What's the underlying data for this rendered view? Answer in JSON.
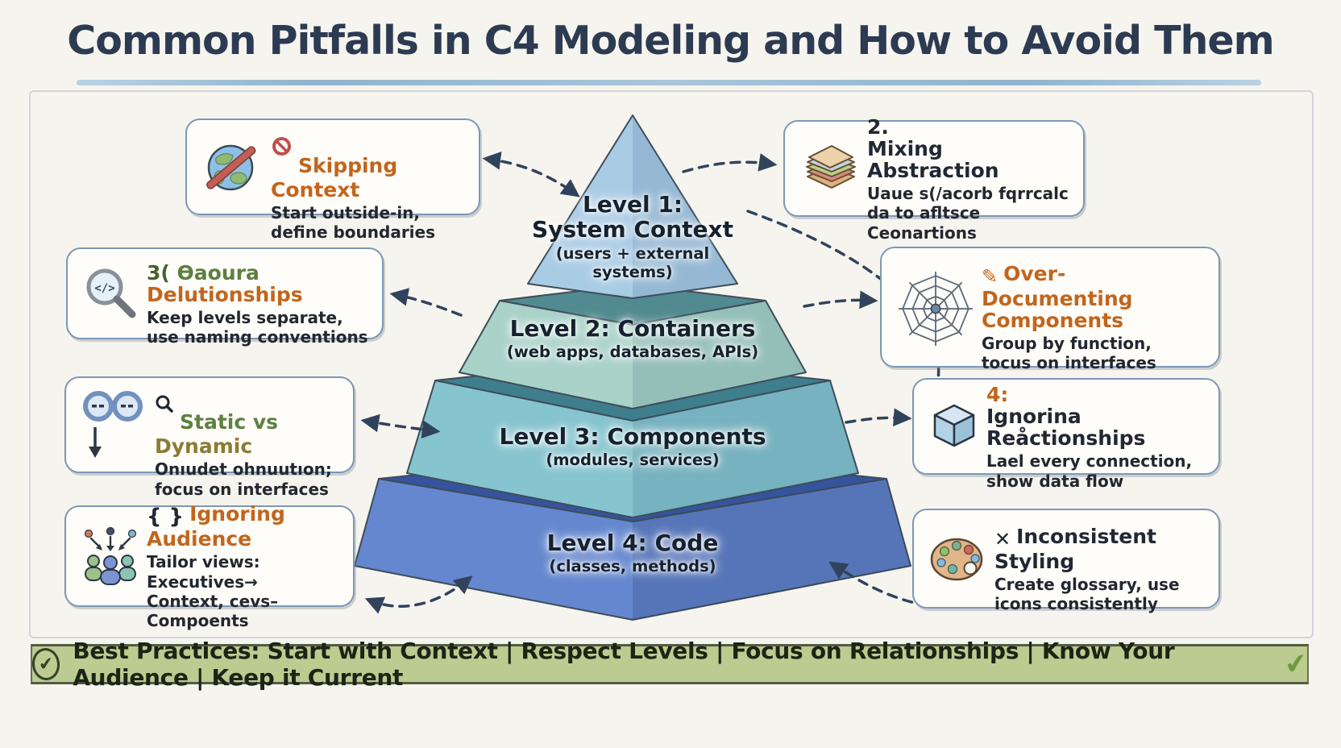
{
  "title": "Common Pitfalls in C4 Modeling and How to Avoid Them",
  "colors": {
    "title": "#2c3b52",
    "accent_orange": "#c2651d",
    "arrow": "#31435c",
    "box_border": "#7d97b5",
    "footer_bg": "#bccb90",
    "underline": "#a9c6da"
  },
  "pyramid": {
    "levels": [
      {
        "title": "Level 1:\nSystem Context",
        "subtitle": "(users + external systems)",
        "color": "#a9cce5"
      },
      {
        "title": "Level 2: Containers",
        "subtitle": "(web apps, databases, APIs)",
        "color": "#a9d2c9",
        "top_color": "#518a90"
      },
      {
        "title": "Level 3: Components",
        "subtitle": "(modules, services)",
        "color": "#86c4cf",
        "top_color": "#3f7e8d"
      },
      {
        "title": "Level 4: Code",
        "subtitle": "(classes, methods)",
        "color": "#6487cf",
        "top_color": "#35549e"
      }
    ]
  },
  "callouts": [
    {
      "id": "skipping-context",
      "icon": "globe-prohibited-icon",
      "badge_icon": "no-entry-icon",
      "title": "Skipping Context",
      "title_color": "#c2651d",
      "body": "Start outside-in,\ndefine boundaries"
    },
    {
      "id": "mixing-abstraction",
      "icon": "sandwich-icon",
      "number": "2.",
      "number_color": "#222833",
      "title": "Mixing Abstraction",
      "title_color": "#222833",
      "body": "Uaue s(/acorb fqrrcalc\nda to afltsce Ceonartions"
    },
    {
      "id": "naming-relationships",
      "icon": "magnifier-code-icon",
      "title_parts": [
        {
          "text": "3( ",
          "color": "#44622e"
        },
        {
          "text": "Ɵaoura ",
          "color": "#5d8040"
        },
        {
          "text": "Delutionships",
          "color": "#c2651d"
        }
      ],
      "body": "Keep levels separate,\nuse naming conventions"
    },
    {
      "id": "over-documenting",
      "icon": "spider-web-icon",
      "badge": "✎",
      "badge_color": "#c2651d",
      "title": "Over-Documenting\nComponents",
      "title_color": "#c2651d",
      "body": "Group by function,\ntocus on interfaces"
    },
    {
      "id": "static-vs-dynamic",
      "icon": "rings-down-arrow-icon",
      "badge_icon": "magnifier-icon",
      "title_parts": [
        {
          "text": "Static vs ",
          "color": "#5d8040"
        },
        {
          "text": "Dynamic",
          "color": "#8b7c33"
        }
      ],
      "body": "Onıudet ohnuutıon;\nfocus on interfaces"
    },
    {
      "id": "ignoring-relationships",
      "icon": "cube-icon",
      "number": "4:",
      "number_color": "#c2651d",
      "title": "Ignorina Reåctionships",
      "title_color": "#222833",
      "body": "Lael every connection,\nshow data flow"
    },
    {
      "id": "ignoring-audience",
      "icon": "audience-icon",
      "badge": "{ }",
      "badge_color": "#222833",
      "title": "Ignoring Audience",
      "title_color": "#c2651d",
      "body": "Tailor views: Executives→\nContext, cevs–Compoents"
    },
    {
      "id": "inconsistent-styling",
      "icon": "palette-icon",
      "badge": "✕",
      "badge_color": "#222833",
      "title": "Inconsistent Styling",
      "title_color": "#222833",
      "body": "Create glossary, use\nicons consistently"
    }
  ],
  "footer": {
    "check_left": "✔",
    "label": "Best Practices: Start with Context | Respect Levels | Focus on Relationships | Know Your Audience | Keep it Current",
    "check_right": "✔"
  }
}
